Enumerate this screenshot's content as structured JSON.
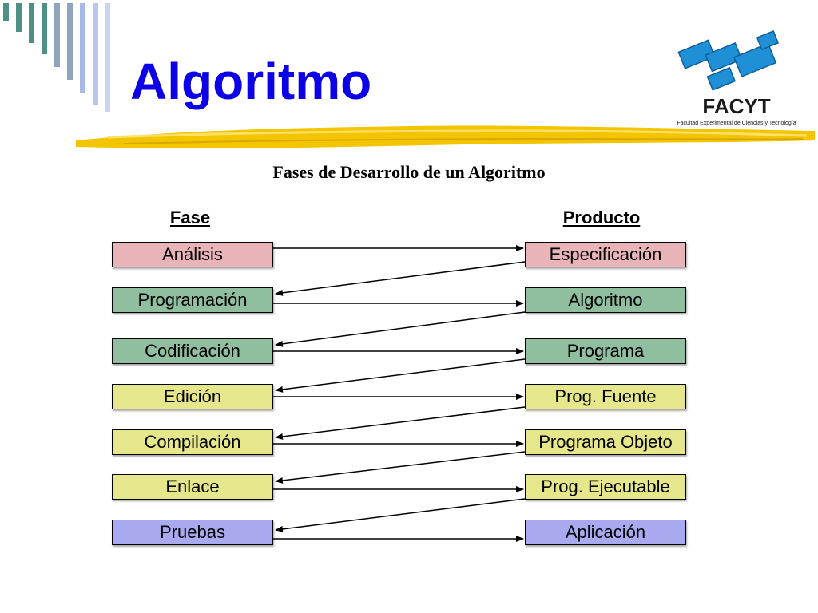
{
  "slide": {
    "title": "Algoritmo",
    "subtitle": "Fases de Desarrollo de un Algoritmo"
  },
  "logo": {
    "name": "FACYT",
    "tagline": "Facultad Experimental de Ciencias y Tecnología",
    "color": "#1f8fd6"
  },
  "diagram": {
    "phase_header": "Fase",
    "product_header": "Producto",
    "phases": [
      {
        "label": "Análisis",
        "color": "#e8b4b8"
      },
      {
        "label": "Programación",
        "color": "#8fbf9f"
      },
      {
        "label": "Codificación",
        "color": "#8fbf9f"
      },
      {
        "label": "Edición",
        "color": "#e6e68a"
      },
      {
        "label": "Compilación",
        "color": "#e6e68a"
      },
      {
        "label": "Enlace",
        "color": "#e6e68a"
      },
      {
        "label": "Pruebas",
        "color": "#a9a9f0"
      }
    ],
    "products": [
      {
        "label": "Especificación",
        "color": "#e8b4b8"
      },
      {
        "label": "Algoritmo",
        "color": "#8fbf9f"
      },
      {
        "label": "Programa",
        "color": "#8fbf9f"
      },
      {
        "label": "Prog. Fuente",
        "color": "#e6e68a"
      },
      {
        "label": "Programa Objeto",
        "color": "#e6e68a"
      },
      {
        "label": "Prog. Ejecutable",
        "color": "#e6e68a"
      },
      {
        "label": "Aplicación",
        "color": "#a9a9f0"
      }
    ]
  }
}
